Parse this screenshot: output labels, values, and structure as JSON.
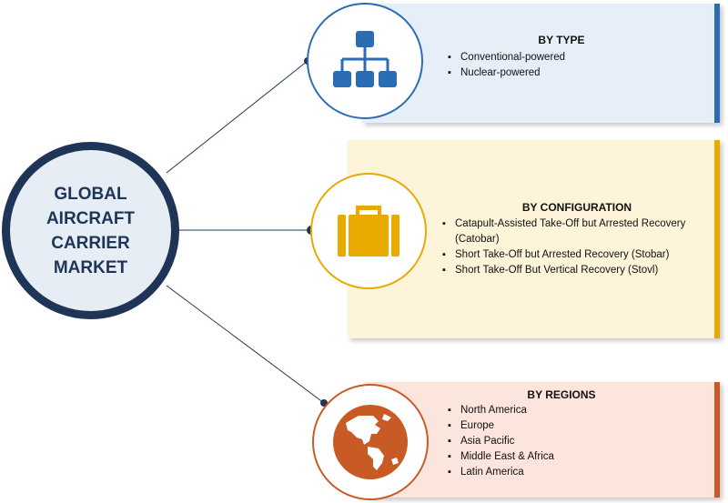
{
  "hub": {
    "title": "GLOBAL\nAIRCRAFT\nCARRIER\nMARKET"
  },
  "segments": [
    {
      "heading": "BY TYPE",
      "icon": "hierarchy-icon",
      "color": "#2a6db5",
      "items": [
        "Conventional-powered",
        "Nuclear-powered"
      ]
    },
    {
      "heading": "BY CONFIGURATION",
      "icon": "briefcase-icon",
      "color": "#e8a900",
      "items": [
        "Catapult-Assisted Take-Off but Arrested Recovery (Catobar)",
        "Short Take-Off but Arrested Recovery (Stobar)",
        "Short Take-Off But Vertical Recovery (Stovl)"
      ]
    },
    {
      "heading": "BY REGIONS",
      "icon": "globe-icon",
      "color": "#c85a26",
      "items": [
        "North America",
        "Europe",
        "Asia Pacific",
        "Middle East & Africa",
        "Latin America"
      ]
    }
  ],
  "colors": {
    "hub_border": "#1f3557",
    "hub_fill": "#e7edf5",
    "connector": "#1f3557"
  }
}
